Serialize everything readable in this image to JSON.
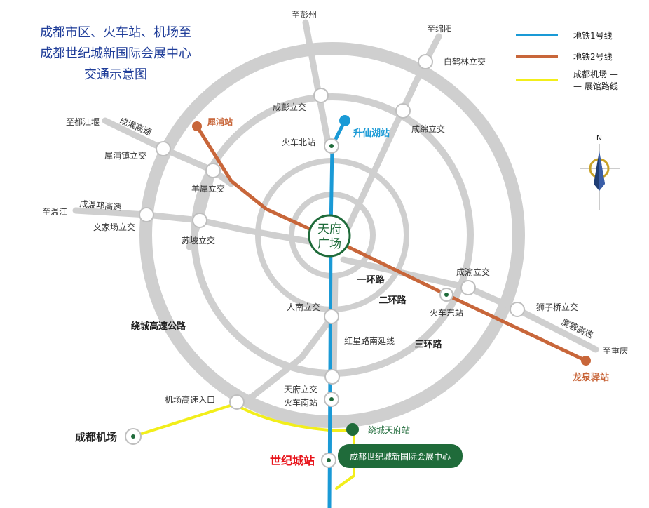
{
  "title": {
    "line1": "成都市区、火车站、机场至",
    "line2": "成都世纪城新国际会展中心",
    "line3": "交通示意图"
  },
  "legend": {
    "metro1": "地铁1号线",
    "metro2": "地铁2号线",
    "airport_line_a": "成都机场 —",
    "airport_line_b": "— 展馆路线"
  },
  "colors": {
    "metro1": "#1a9ad6",
    "metro2": "#c8663a",
    "airport_route": "#f2ee1a",
    "road": "#cfcfcf",
    "accent_green": "#1f6b3a",
    "red_station": "#e8141b",
    "title_blue": "#1f3d99"
  },
  "center": {
    "line1": "天府",
    "line2": "广场"
  },
  "directions": {
    "pengzhou": "至彭州",
    "mianyang": "至绵阳",
    "dujiangyan": "至都江堰",
    "wenjiang": "至温江",
    "chongqing": "至重庆"
  },
  "rings": {
    "ring1": "一环路",
    "ring2": "二环路",
    "ring3": "三环路",
    "expressway": "绕城高速公路"
  },
  "roads": {
    "chengguan": "成灌高速",
    "chengwenqiong": "成温邛高速",
    "xiarong": "厦蓉高速",
    "hongxing": "红星路南延线"
  },
  "interchanges": {
    "baihelin": "白鹤林立交",
    "chengpeng": "成彭立交",
    "chengmian": "成绵立交",
    "xipuzhen": "犀浦镇立交",
    "yangxi": "羊犀立交",
    "wenjiachang": "文家场立交",
    "supo": "苏坡立交",
    "chengyu": "成渝立交",
    "shiziqiao": "狮子桥立交",
    "rennan": "人南立交",
    "tianfu_a": "天府立交",
    "tianfu_b": "火车南站",
    "airport_entry": "机场高速入口"
  },
  "stations": {
    "shengxianhu": "升仙湖站",
    "huochebei": "火车北站",
    "xipu": "犀浦站",
    "huochedong": "火车东站",
    "longquanyi": "龙泉驿站",
    "raocheng_tianfu": "绕城天府站",
    "shijicheng": "世纪城站",
    "airport": "成都机场",
    "expo_center": "成都世纪城新国际会展中心"
  },
  "compass": {
    "north": "N"
  }
}
